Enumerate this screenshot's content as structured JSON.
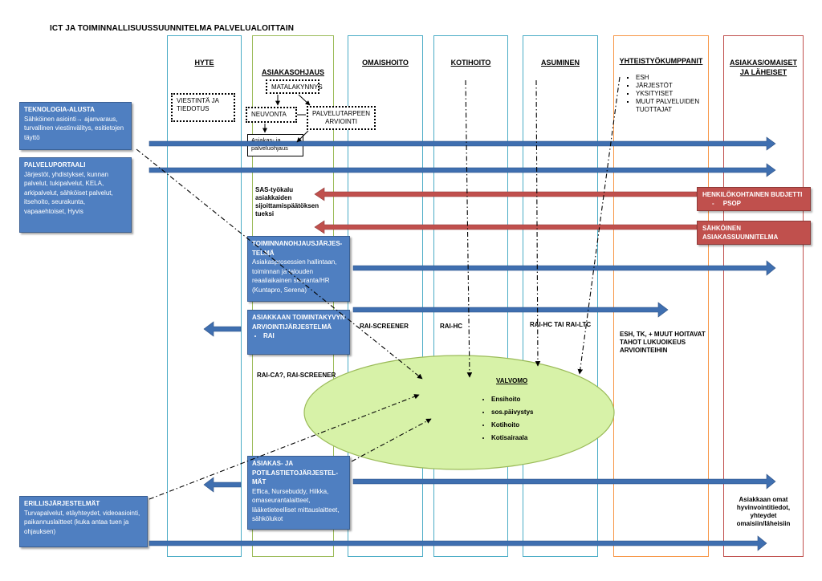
{
  "title": "ICT JA TOIMINNALLISUUSSUUNNITELMA PALVELUALOITTAIN",
  "columns": [
    {
      "label": "HYTE",
      "color": "#4bacc6"
    },
    {
      "label": "ASIAKASOHJAUS",
      "color": "#9bbb59"
    },
    {
      "label": "OMAISHOITO",
      "color": "#4bacc6"
    },
    {
      "label": "KOTIHOITO",
      "color": "#4bacc6"
    },
    {
      "label": "ASUMINEN",
      "color": "#4bacc6"
    },
    {
      "label": "YHTEISTYÖKUMPPANIT",
      "color": "#f79646"
    },
    {
      "label": "ASIAKAS/OMAISET JA LÄHEISET",
      "color": "#c0504d"
    }
  ],
  "partners": [
    "ESH",
    "JÄRJESTÖT",
    "YKSITYISET",
    "MUUT PALVELUIDEN TUOTTAJAT"
  ],
  "dotted_boxes": {
    "viestinta": "VIESTINTÄ JA TIEDOTUS",
    "matalakynnys": "MATALAKYNNYS",
    "neuvonta": "NEUVONTA",
    "palvelutarve": "PALVELUTARPEEN ARVIOINTI"
  },
  "ohjaus_box": "Asiakas- ja palveluohjaus",
  "boxes": {
    "teknologia": {
      "title": "TEKNOLOGIA-ALUSTA",
      "text": "Sähköinen asiointi→ ajanvaraus, turvallinen viestinvälitys, esitietojen täyttö"
    },
    "palveluportaali": {
      "title": "PALVELUPORTAALI",
      "text": "Järjestöt, yhdistykset, kunnan palvelut, tukipalvelut, KELA, arkipalvelut, sähköiset palvelut, itsehoito, seurakunta, vapaaehtoiset, Hyvis"
    },
    "toiminnanohjaus": {
      "title": "TOIMINNANOHJAUSJÄRJES-TELMÄ",
      "text": "Asiakasprosessien hallintaan, toiminnan ja talouden reaaliaikainen seuranta/HR (Kuntapro, Serena)"
    },
    "toimintakyky": {
      "title": "ASIAKKAAN TOIMINTAKYVYN ARVIOINTIJÄRJESTELMÄ",
      "bullet": "RAI"
    },
    "potilastieto": {
      "title": "ASIAKAS- JA POTILASTIETOJÄRJESTEL-MÄT",
      "text": "Effica, Nursebuddy, Hilkka, omaseurantalaitteet, lääketieteelliset mittauslaitteet, sähkölukot"
    },
    "erillis": {
      "title": "ERILLISJÄRJESTELMÄT",
      "text": "Turvapalvelut, etäyhteydet, videoasiointi, paikannuslaitteet (kuka antaa tuen ja ohjauksen)"
    }
  },
  "red_boxes": {
    "budjetti": "HENKILÖKOHTAINEN BUDJETTI",
    "budjetti_sub": "-     PSOP",
    "suunnitelma": "SÄHKÖINEN ASIAKASSUUNNITELMA"
  },
  "labels": {
    "sas": "SAS-työkalu asiakkaiden sijoittamispäätöksen tueksi",
    "rai_screener": "RAI-SCREENER",
    "rai_hc": "RAI-HC",
    "rai_hc_ltc": "RAI-HC TAI RAI-LTC",
    "esh_tk": "ESH, TK, + MUUT HOITAVAT TAHOT LUKUOIKEUS ARVIOINTEIHIN",
    "rai_ca": "RAI-CA?, RAI-SCREENER",
    "asiakkaan_omat": "Asiakkaan omat hyvinvointitiedot, yhteydet omaisiin/läheisiin"
  },
  "valvomo": {
    "title": "VALVOMO",
    "items": [
      "Ensihoito",
      "sos.päivystys",
      "Kotihoito",
      "Kotisairaala"
    ]
  },
  "colors": {
    "blue_arrow": "#3f6fb0",
    "red_arrow": "#c0504d",
    "ellipse_fill": "#d7f2a8",
    "box_blue": "#4f7fc1"
  }
}
